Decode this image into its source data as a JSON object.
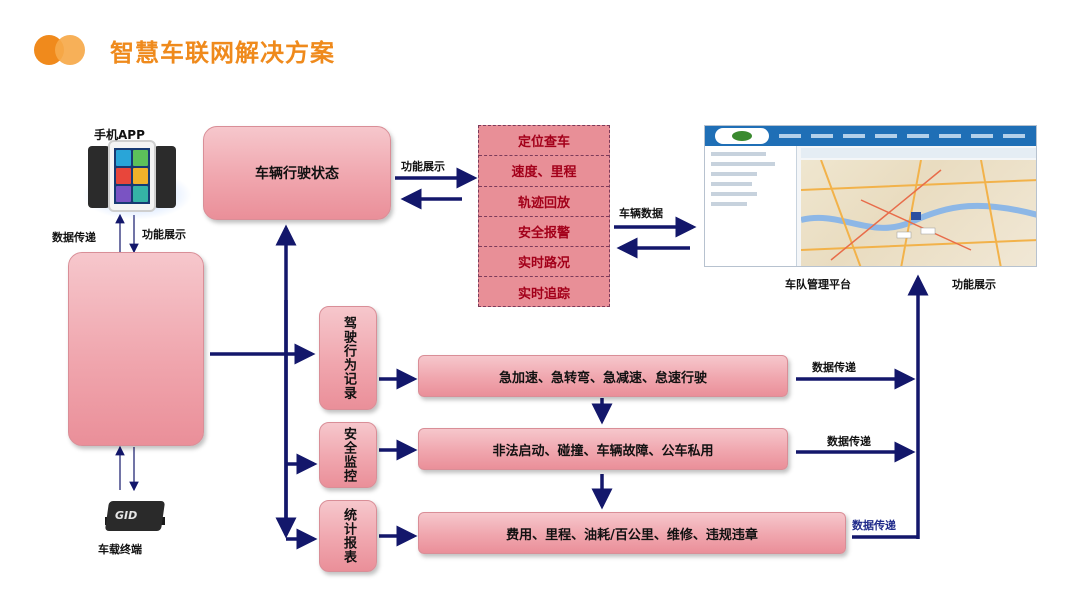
{
  "header": {
    "title": "智慧车联网解决方案"
  },
  "phone": {
    "label": "手机APP"
  },
  "terminal": {
    "label": "车载终端",
    "brand": "GID"
  },
  "vehicle_status": {
    "label": "车辆行驶状态"
  },
  "functions_menu": {
    "items": [
      "定位查车",
      "速度、里程",
      "轨迹回放",
      "安全报警",
      "实时路况",
      "实时追踪"
    ]
  },
  "platform": {
    "label": "车队管理平台"
  },
  "rows": [
    {
      "title": "驾驶行为记录",
      "content": "急加速、急转弯、急减速、怠速行驶",
      "out_label": "数据传递"
    },
    {
      "title": "安全监控",
      "content": "非法启动、碰撞、车辆故障、公车私用",
      "out_label": "数据传递"
    },
    {
      "title": "统计报表",
      "content": "费用、里程、油耗/百公里、维修、违规违章",
      "out_label": "数据传递"
    }
  ],
  "edge_labels": {
    "phone_data": "数据传递",
    "phone_display": "功能展示",
    "status_display": "功能展示",
    "vehicle_data": "车辆数据",
    "platform_display": "功能展示"
  },
  "colors": {
    "accent": "#ef8a1c",
    "arrow": "#13176b",
    "box_pink": "#f0a6ae",
    "menu_text": "#a3001a"
  }
}
